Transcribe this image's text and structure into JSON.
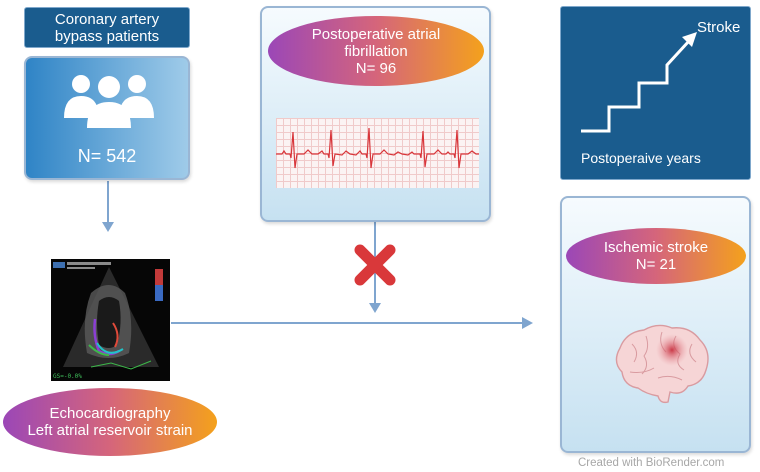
{
  "cohort": {
    "title_line1": "Coronary artery",
    "title_line2": "bypass patients",
    "count": "N= 542",
    "icon": "people-group-icon"
  },
  "afib": {
    "label_line1": "Postoperative atrial",
    "label_line2": "fibrillation",
    "count": "N= 96",
    "icon": "ecg-trace-icon"
  },
  "stroke_trend": {
    "label": "Stroke",
    "axis_label": "Postoperaive years",
    "icon": "step-up-arrow-icon"
  },
  "ischemic": {
    "label": "Ischemic stroke",
    "count": "N= 21",
    "icon": "brain-icon"
  },
  "echo": {
    "label_line1": "Echocardiography",
    "label_line2": "Left atrial reservoir strain",
    "icon": "echocardiogram-image",
    "screen_text": "GS=-0.0%"
  },
  "no_effect_icon": "red-x-icon",
  "credit": "Created with BioRender.com",
  "colors": {
    "navy": "#1a5c8e",
    "arrow": "#7fa5cf",
    "pill_start": "#9b47b7",
    "pill_end": "#f4a11c",
    "cross": "#d9383a"
  }
}
